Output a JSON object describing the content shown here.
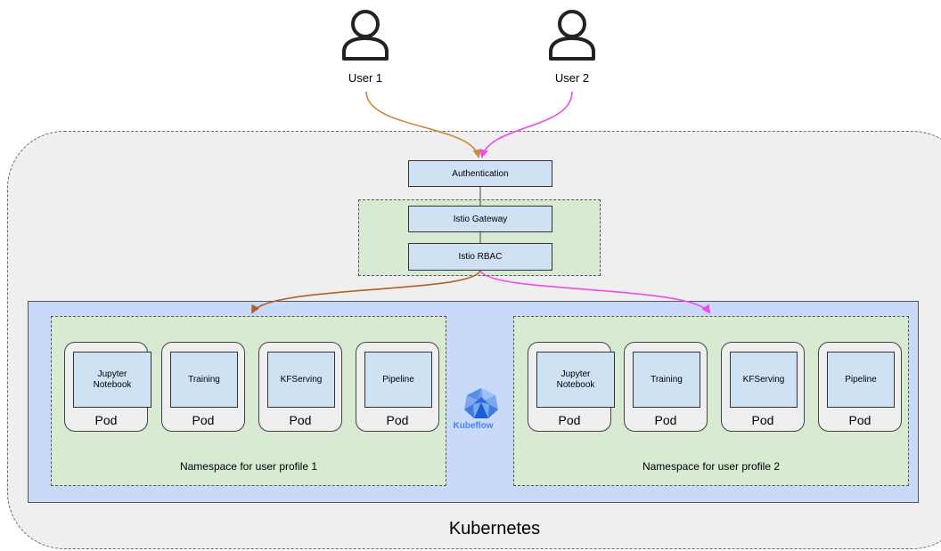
{
  "users": [
    {
      "label": "User 1"
    },
    {
      "label": "User 2"
    }
  ],
  "gateway": {
    "authentication": "Authentication",
    "istio_gateway": "Istio Gateway",
    "istio_rbac": "Istio RBAC"
  },
  "kubeflow": {
    "label": "Kubeflow"
  },
  "namespaces": [
    {
      "label": "Namespace for user profile 1",
      "pods": [
        {
          "component": "Jupyter Notebook",
          "label": "Pod"
        },
        {
          "component": "Training",
          "label": "Pod"
        },
        {
          "component": "KFServing",
          "label": "Pod"
        },
        {
          "component": "Pipeline",
          "label": "Pod"
        }
      ]
    },
    {
      "label": "Namespace for user profile 2",
      "pods": [
        {
          "component": "Jupyter Notebook",
          "label": "Pod"
        },
        {
          "component": "Training",
          "label": "Pod"
        },
        {
          "component": "KFServing",
          "label": "Pod"
        },
        {
          "component": "Pipeline",
          "label": "Pod"
        }
      ]
    }
  ],
  "kubernetes": {
    "label": "Kubernetes"
  },
  "colors": {
    "user1_flow": "#c98c3c",
    "user2_flow": "#ee4bee",
    "ns1_flow": "#b35f2b",
    "ns2_flow": "#ee4bee"
  }
}
